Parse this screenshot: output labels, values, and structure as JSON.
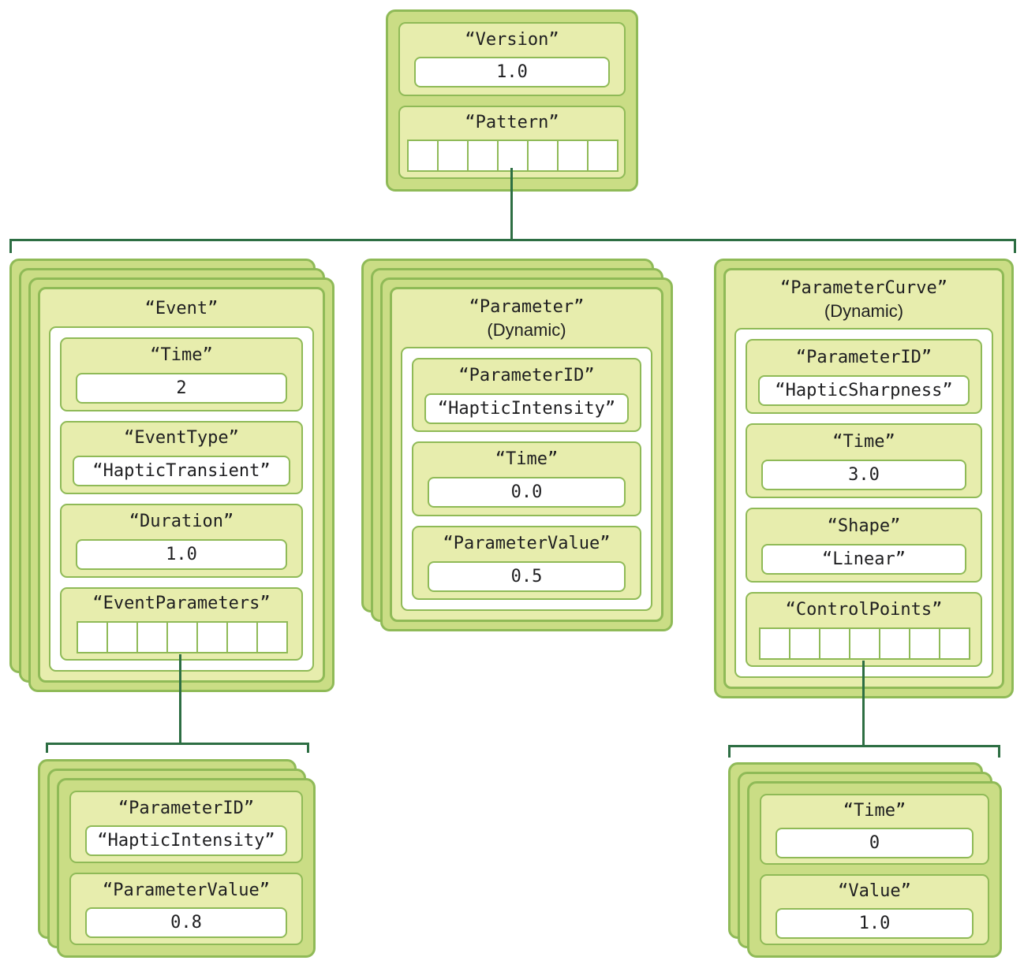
{
  "root_card": {
    "version_field": {
      "label": "“Version”",
      "value": "1.0"
    },
    "pattern_field": {
      "label": "“Pattern”",
      "array_size": 7
    }
  },
  "event_stack": {
    "title": "“Event”",
    "time": {
      "label": "“Time”",
      "value": "2"
    },
    "event_type": {
      "label": "“EventType”",
      "value": "“HapticTransient”"
    },
    "duration": {
      "label": "“Duration”",
      "value": "1.0"
    },
    "event_parameters": {
      "label": "“EventParameters”",
      "array_size": 7
    }
  },
  "parameter_stack": {
    "title": "“Parameter”",
    "subtitle": "(Dynamic)",
    "parameter_id": {
      "label": "“ParameterID”",
      "value": "“HapticIntensity”"
    },
    "time": {
      "label": "“Time”",
      "value": "0.0"
    },
    "parameter_value": {
      "label": "“ParameterValue”",
      "value": "0.5"
    }
  },
  "parameter_curve_card": {
    "title": "“ParameterCurve”",
    "subtitle": "(Dynamic)",
    "parameter_id": {
      "label": "“ParameterID”",
      "value": "“HapticSharpness”"
    },
    "time": {
      "label": "“Time”",
      "value": "3.0"
    },
    "shape": {
      "label": "“Shape”",
      "value": "“Linear”"
    },
    "control_points": {
      "label": "“ControlPoints”",
      "array_size": 7
    }
  },
  "event_parameter_stack": {
    "parameter_id": {
      "label": "“ParameterID”",
      "value": "“HapticIntensity”"
    },
    "parameter_value": {
      "label": "“ParameterValue”",
      "value": "0.8"
    }
  },
  "control_point_stack": {
    "time": {
      "label": "“Time”",
      "value": "0"
    },
    "value": {
      "label": "“Value”",
      "value": "1.0"
    }
  },
  "colors": {
    "connector_line": "#2d6e43",
    "card_border": "#8fba57",
    "card_fill": "#cadd85",
    "inner_fill": "#e7edad",
    "text": "#1e1e20"
  }
}
